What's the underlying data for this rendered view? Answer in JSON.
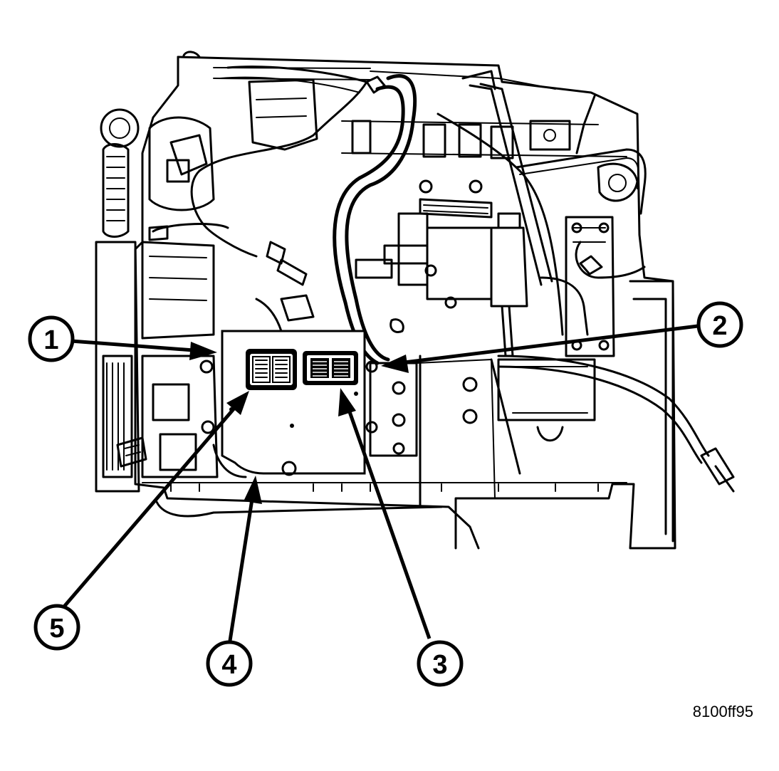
{
  "callouts": [
    {
      "label": "1"
    },
    {
      "label": "2"
    },
    {
      "label": "3"
    },
    {
      "label": "4"
    },
    {
      "label": "5"
    }
  ],
  "figure_id": "8100ff95"
}
